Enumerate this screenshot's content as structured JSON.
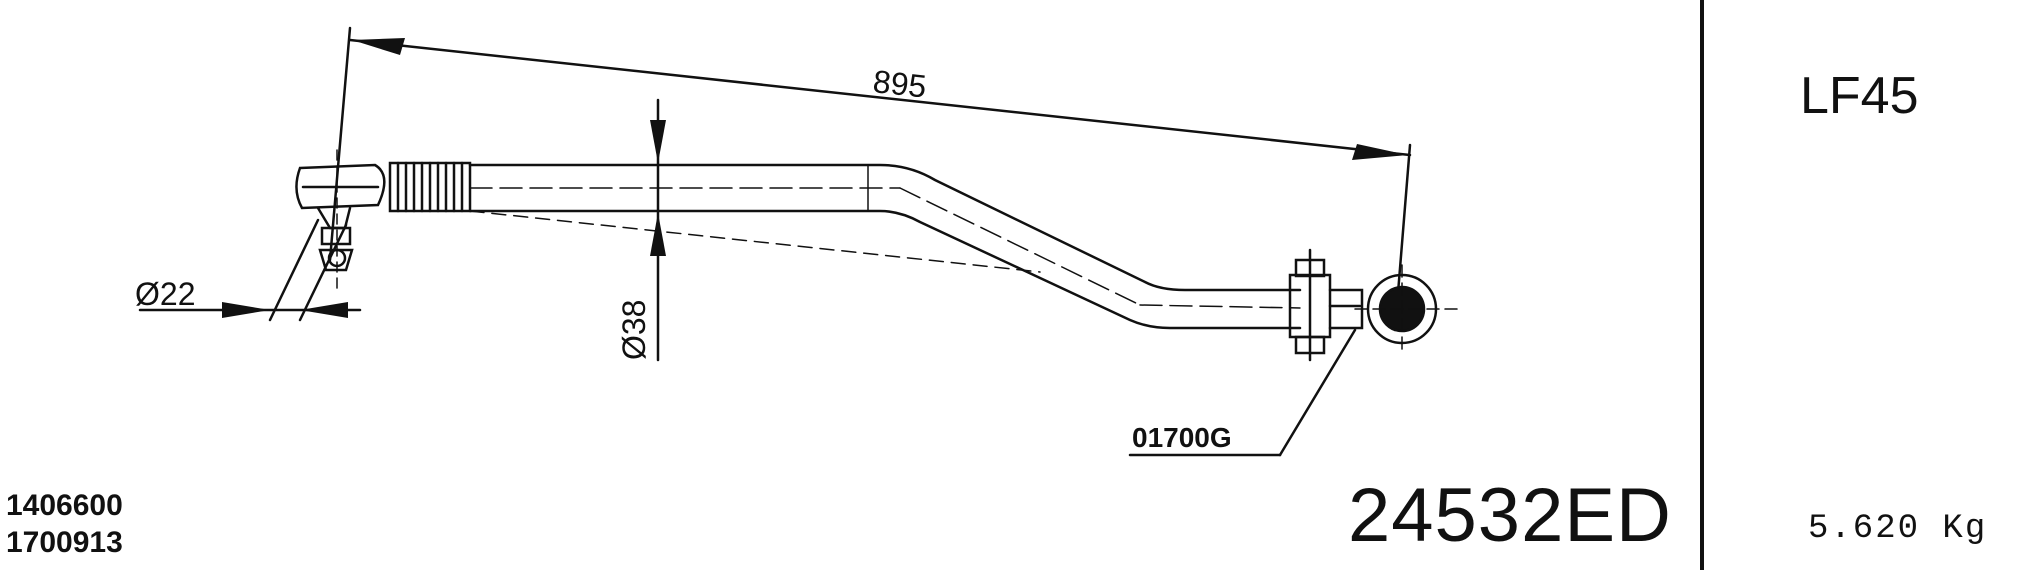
{
  "drawing": {
    "length_dim": "895",
    "ball_dia_dim": "Ø22",
    "tube_dia_dim": "Ø38",
    "clamp_ref": "01700G"
  },
  "refs": [
    "1406600",
    "1700913"
  ],
  "part_number": "24532ED",
  "model": "LF45",
  "weight": "5.620 Kg"
}
